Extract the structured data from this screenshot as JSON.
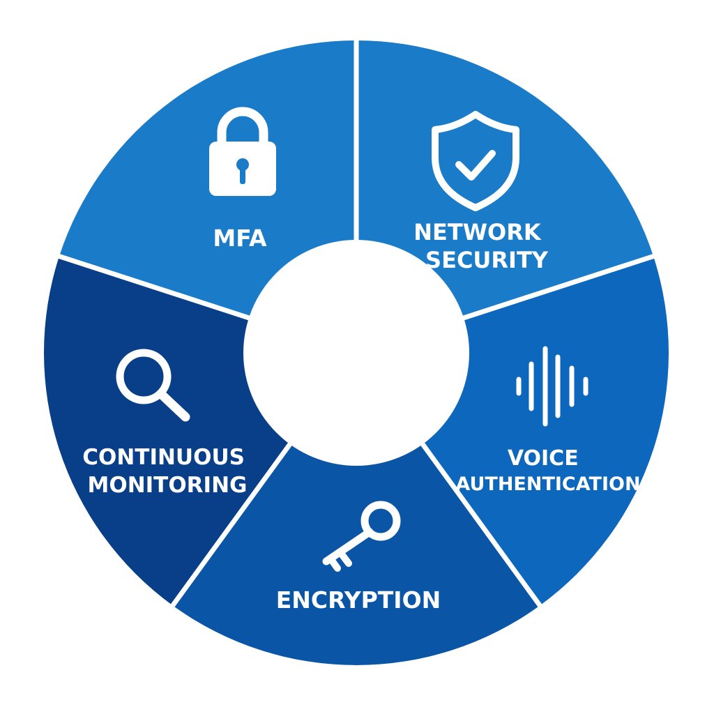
{
  "colors": {
    "background": "#ffffff",
    "divider": "#ffffff",
    "hub": "#ffffff",
    "icon": "#ffffff",
    "label": "#ffffff"
  },
  "segments": [
    {
      "id": "mfa",
      "label_lines": [
        "MFA"
      ],
      "icon": "padlock-icon",
      "color": "#1a7bc9"
    },
    {
      "id": "network-security",
      "label_lines": [
        "NETWORK",
        "SECURITY"
      ],
      "icon": "shield-check-icon",
      "color": "#0d67bd"
    },
    {
      "id": "voice-authentication",
      "label_lines": [
        "VOICE",
        "AUTHENTICATION"
      ],
      "icon": "sound-wave-icon",
      "color": "#0a55a6"
    },
    {
      "id": "encryption",
      "label_lines": [
        "ENCRYPTION"
      ],
      "icon": "key-icon",
      "color": "#083f88"
    },
    {
      "id": "continuous-monitoring",
      "label_lines": [
        "CONTINUOUS",
        "MONITORING"
      ],
      "icon": "magnifier-icon",
      "color": "#1a7bc9"
    }
  ]
}
